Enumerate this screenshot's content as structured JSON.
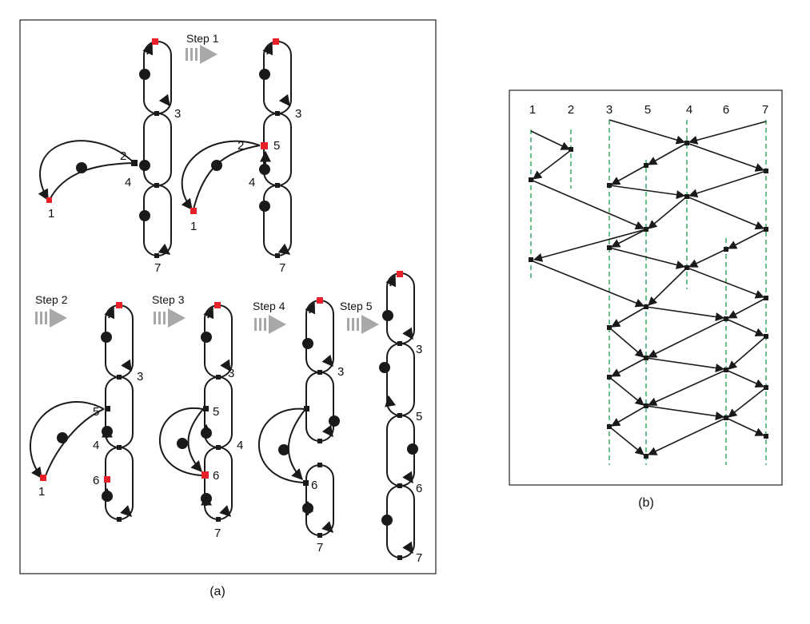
{
  "panels": [
    {
      "caption": "(a)"
    },
    {
      "caption": "(b)"
    }
  ],
  "steps": [
    "Step 1",
    "Step 2",
    "Step 3",
    "Step 4",
    "Step 5"
  ],
  "node_labels": [
    "1",
    "2",
    "3",
    "4",
    "5",
    "6",
    "7"
  ],
  "panel_b": {
    "column_labels": [
      "1",
      "2",
      "3",
      "5",
      "4",
      "6",
      "7"
    ]
  },
  "colors": {
    "stroke": "#1a1a1a",
    "highlight_node": "#e8202a",
    "timeline": "#1a9e4a",
    "step_arrow": "#a8a8a8"
  }
}
